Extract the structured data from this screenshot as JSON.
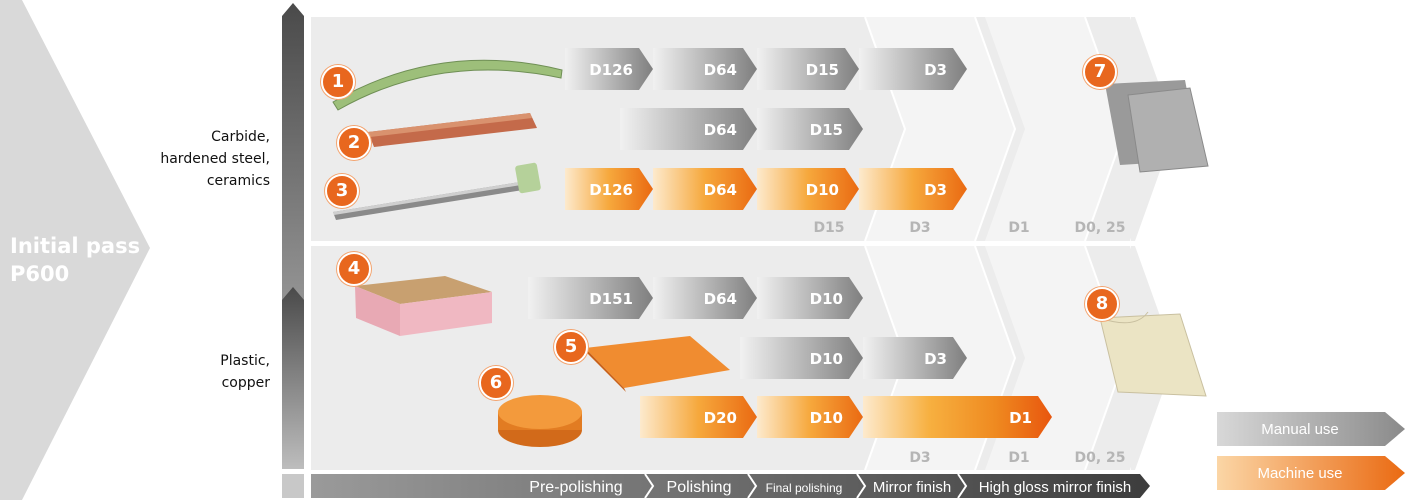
{
  "initial_pass": {
    "line1": "Initial pass",
    "line2": "P600"
  },
  "materials": {
    "group1": {
      "line1": "Carbide,",
      "line2": "hardened steel,",
      "line3": "ceramics"
    },
    "group2": {
      "line1": "Plastic,",
      "line2": "copper"
    }
  },
  "numbers": [
    "1",
    "2",
    "3",
    "4",
    "5",
    "6",
    "7",
    "8"
  ],
  "stages": [
    "Pre-polishing",
    "Polishing",
    "Final polishing",
    "Mirror finish",
    "High gloss mirror finish"
  ],
  "column_labels_top": [
    "D15",
    "D3",
    "D1",
    "D0, 25"
  ],
  "column_labels_bottom": [
    "D3",
    "D1",
    "D0, 25"
  ],
  "rows": [
    {
      "type": "manual",
      "labels": [
        "D126",
        "D64",
        "D15",
        "D3"
      ]
    },
    {
      "type": "manual",
      "labels": [
        "D64",
        "D15"
      ]
    },
    {
      "type": "machine",
      "labels": [
        "D126",
        "D64",
        "D10",
        "D3"
      ]
    },
    {
      "type": "manual",
      "labels": [
        "D151",
        "D64",
        "D10"
      ]
    },
    {
      "type": "manual",
      "labels": [
        "D10",
        "D3"
      ]
    },
    {
      "type": "machine",
      "labels": [
        "D20",
        "D10",
        "D1"
      ]
    }
  ],
  "legend": {
    "manual": "Manual use",
    "machine": "Machine use"
  },
  "colors": {
    "orange": "#e8671e",
    "manual_dark": "#8a8a8a",
    "machine_dark": "#e8671e"
  }
}
